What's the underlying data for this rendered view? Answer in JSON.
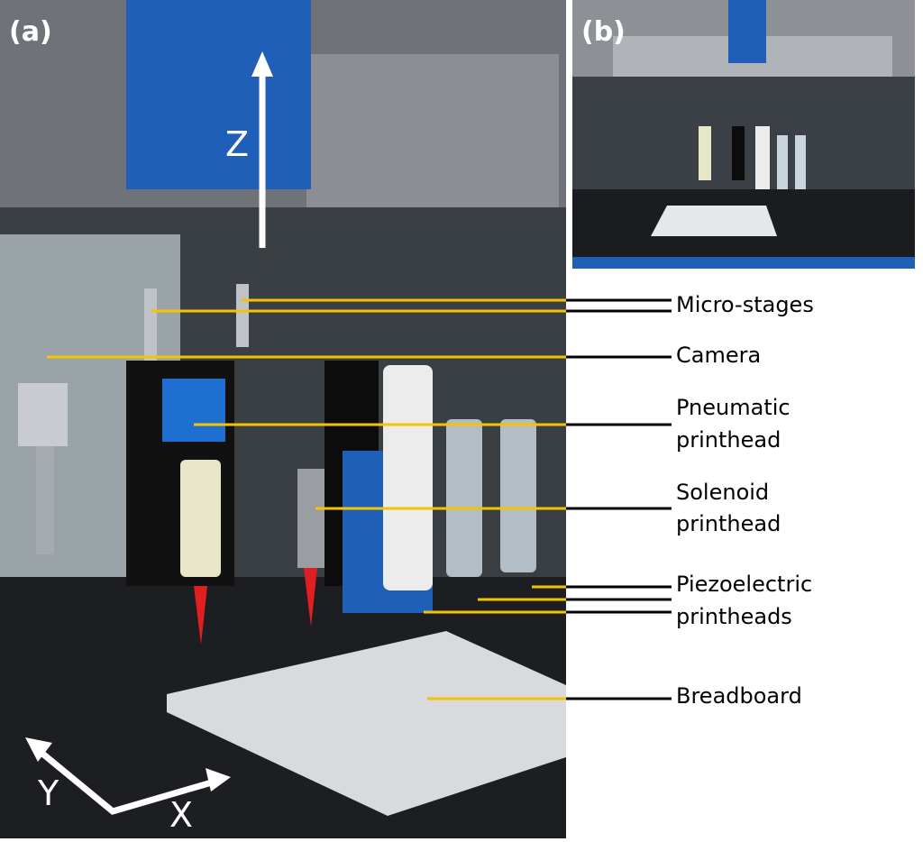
{
  "panels": {
    "a": "(a)",
    "b": "(b)"
  },
  "axes": {
    "z": "Z",
    "y": "Y",
    "x": "X"
  },
  "labels": {
    "micro_stages": "Micro-stages",
    "camera": "Camera",
    "pneumatic_1": "Pneumatic",
    "pneumatic_2": "printhead",
    "solenoid_1": "Solenoid",
    "solenoid_2": "printhead",
    "piezo_1": "Piezoelectric",
    "piezo_2": "printheads",
    "breadboard": "Breadboard"
  },
  "colors": {
    "leader_photo": "#f5c400",
    "leader_white": "#000000",
    "gantry_blue": "#1f5fb8"
  }
}
